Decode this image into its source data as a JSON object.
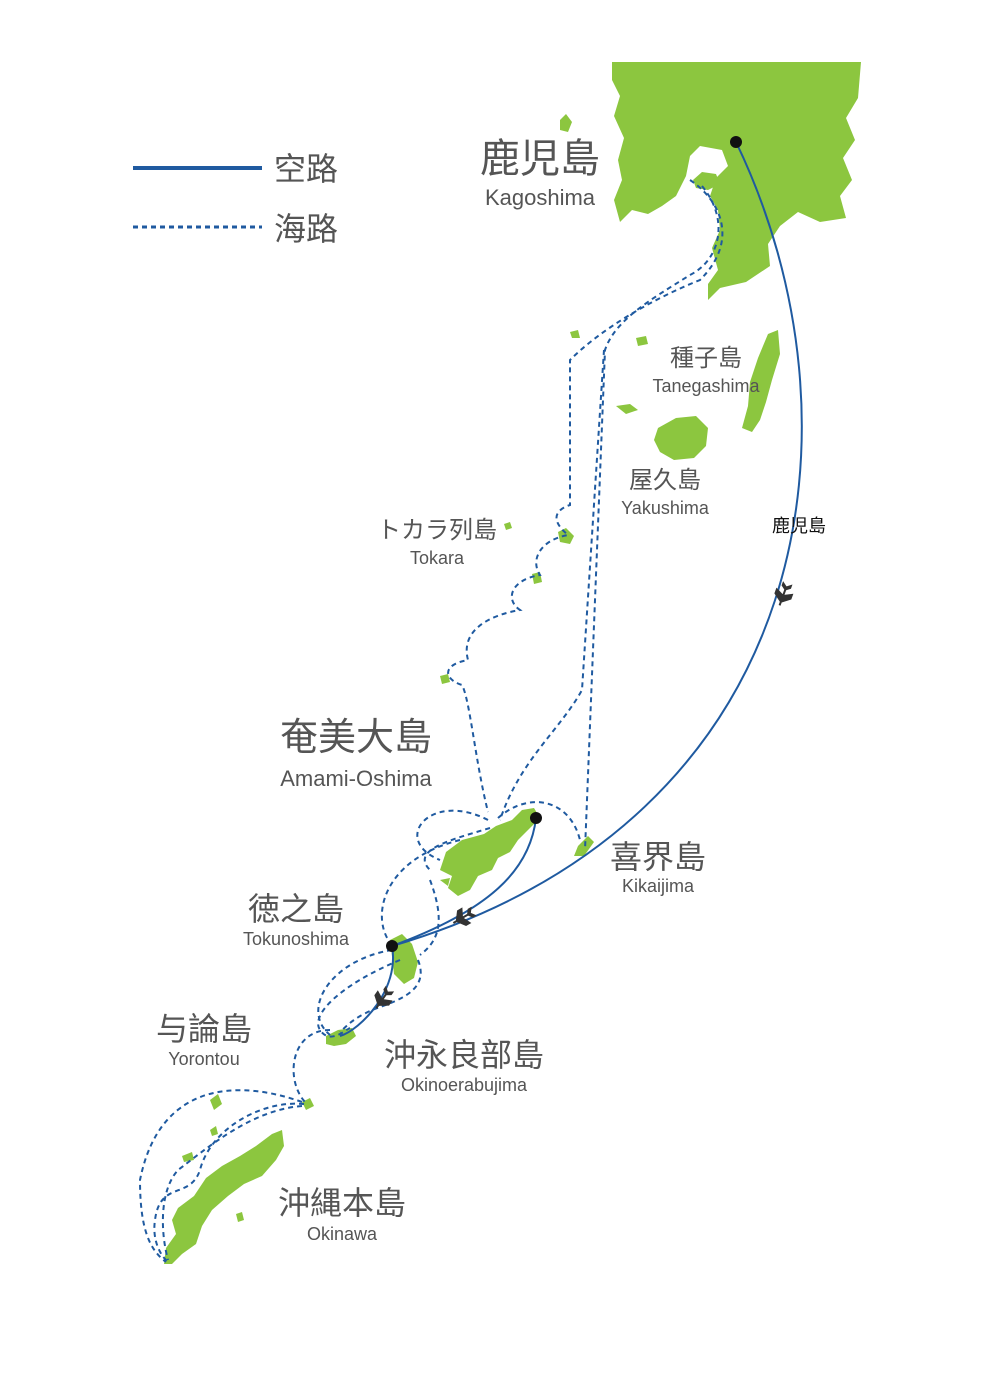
{
  "colors": {
    "land": "#8cc63f",
    "route": "#1f5aa0",
    "label": "#555555",
    "airport_dot": "#111111",
    "plane": "#333333",
    "background": "#ffffff"
  },
  "legend": {
    "air_route_label": "空路",
    "sea_route_label": "海路"
  },
  "places": {
    "kagoshima": {
      "ja": "鹿児島",
      "en": "Kagoshima"
    },
    "tanegashima": {
      "ja": "種子島",
      "en": "Tanegashima"
    },
    "yakushima": {
      "ja": "屋久島",
      "en": "Yakushima"
    },
    "tokara": {
      "ja": "トカラ列島",
      "en": "Tokara"
    },
    "amami": {
      "ja": "奄美大島",
      "en": "Amami-Oshima"
    },
    "kikaijima": {
      "ja": "喜界島",
      "en": "Kikaijima"
    },
    "tokunoshima": {
      "ja": "徳之島",
      "en": "Tokunoshima"
    },
    "yoron": {
      "ja": "与論島",
      "en": "Yorontou"
    },
    "okinoerabu": {
      "ja": "沖永良部島",
      "en": "Okinoerabujima"
    },
    "okinawa": {
      "ja": "沖縄本島",
      "en": "Okinawa"
    }
  },
  "air_route_label": "鹿児島",
  "icons": {
    "airport": "airport-dot-icon",
    "plane": "airplane-icon"
  }
}
